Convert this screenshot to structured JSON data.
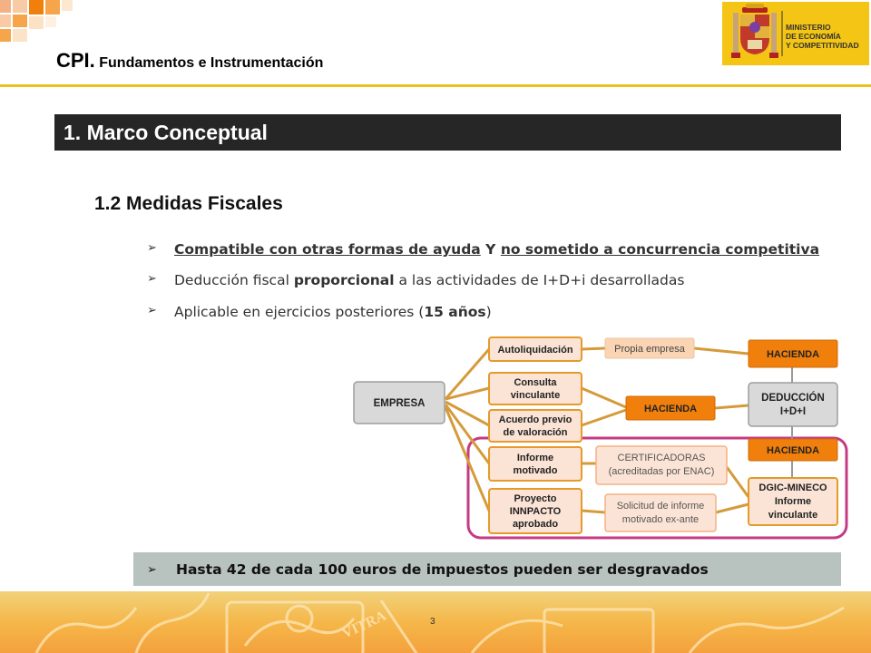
{
  "header": {
    "title_big": "CPI.",
    "title_small": "Fundamentos e Instrumentación",
    "logo_line1": "MINISTERIO",
    "logo_line2": "DE ECONOMÍA",
    "logo_line3": "Y COMPETITIVIDAD"
  },
  "section": {
    "title": "1.   Marco Conceptual"
  },
  "subsection": {
    "title": "1.2  Medidas Fiscales"
  },
  "bullets": {
    "b1_part1": "Compatible con otras formas de ayuda",
    "b1_mid": " Y ",
    "b1_part2": "no sometido a concurrencia competitiva",
    "b2_part1": "Deducción fiscal ",
    "b2_bold": "proporcional",
    "b2_part2": " a las actividades de I+D+i desarrolladas",
    "b3_part1": "Aplicable en ejercicios posteriores (",
    "b3_bold": "15 años",
    "b3_part2": ")"
  },
  "diagram": {
    "empresa": "EMPRESA",
    "autoliquidacion": "Autoliquidación",
    "consulta_1": "Consulta",
    "consulta_2": "vinculante",
    "acuerdo_1": "Acuerdo previo",
    "acuerdo_2": "de valoración",
    "informe_1": "Informe",
    "informe_2": "motivado",
    "proyecto_1": "Proyecto",
    "proyecto_2": "INNPACTO",
    "proyecto_3": "aprobado",
    "propia_empresa": "Propia empresa",
    "hacienda_mid": "HACIENDA",
    "certificadoras_1": "CERTIFICADORAS",
    "certificadoras_2": "(acreditadas por ENAC)",
    "solicitud_1": "Solicitud de informe",
    "solicitud_2": "motivado ex-ante",
    "hacienda_top": "HACIENDA",
    "deduccion_1": "DEDUCCIÓN",
    "deduccion_2": "I+D+I",
    "hacienda_low": "HACIENDA",
    "dgic_1": "DGIC-MINECO",
    "dgic_2": "Informe",
    "dgic_3": "vinculante"
  },
  "bottom": {
    "text": "Hasta 42 de cada 100 euros de impuestos pueden ser desgravados"
  },
  "footer": {
    "page_number": "3"
  },
  "colors": {
    "accent_orange": "#f07f0c",
    "section_bar": "#262626",
    "highlight_box": "#c43b84",
    "bottom_bar": "#b8c2bf"
  }
}
